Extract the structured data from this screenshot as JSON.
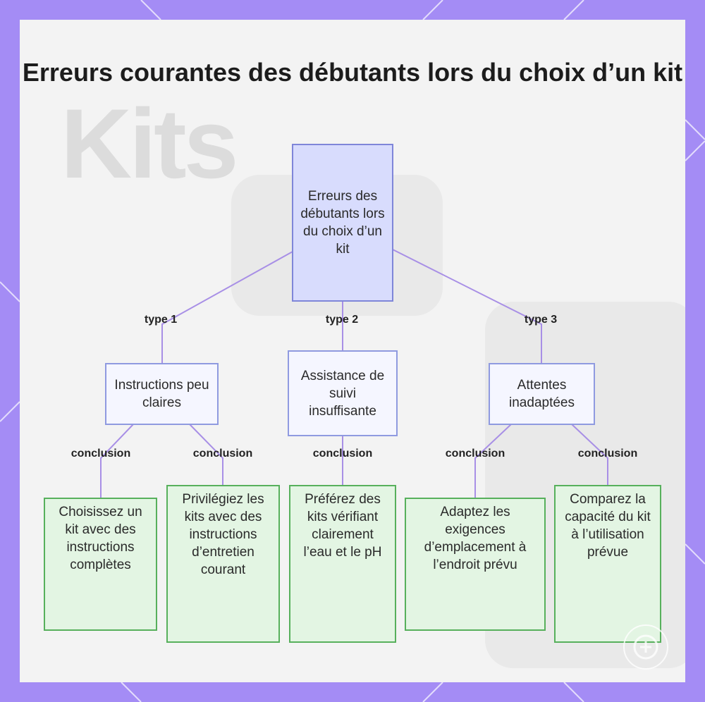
{
  "title": "Erreurs courantes des débutants lors du choix d’un kit",
  "background_watermark": "Kits",
  "colors": {
    "frame": "#a48cf5",
    "root_fill": "#d8dcfd",
    "mid_fill": "#f5f6ff",
    "leaf_fill": "#e3f5e3",
    "leaf_border": "#57b05c",
    "edge": "#a88fe6"
  },
  "root": {
    "label": "Erreurs des débutants lors du choix d’un kit"
  },
  "edge_labels": {
    "type1": "type 1",
    "type2": "type 2",
    "type3": "type 3",
    "c1": "conclusion",
    "c2": "conclusion",
    "c3": "conclusion",
    "c4": "conclusion",
    "c5": "conclusion"
  },
  "categories": [
    {
      "label": "Instructions peu claires"
    },
    {
      "label": "Assistance de suivi insuffisante"
    },
    {
      "label": "Attentes inadaptées"
    }
  ],
  "conclusions": [
    {
      "label": "Choisissez un kit avec des instructions complètes"
    },
    {
      "label": "Privilégiez les kits avec des instructions d’entretien courant"
    },
    {
      "label": "Préférez des kits vérifiant clairement l’eau et le pH"
    },
    {
      "label": "Adaptez les exigences d’emplacement à l’endroit prévu"
    },
    {
      "label": "Comparez la capacité du kit à l’utilisation prévue"
    }
  ],
  "logo_icon": "brand-logo-icon"
}
